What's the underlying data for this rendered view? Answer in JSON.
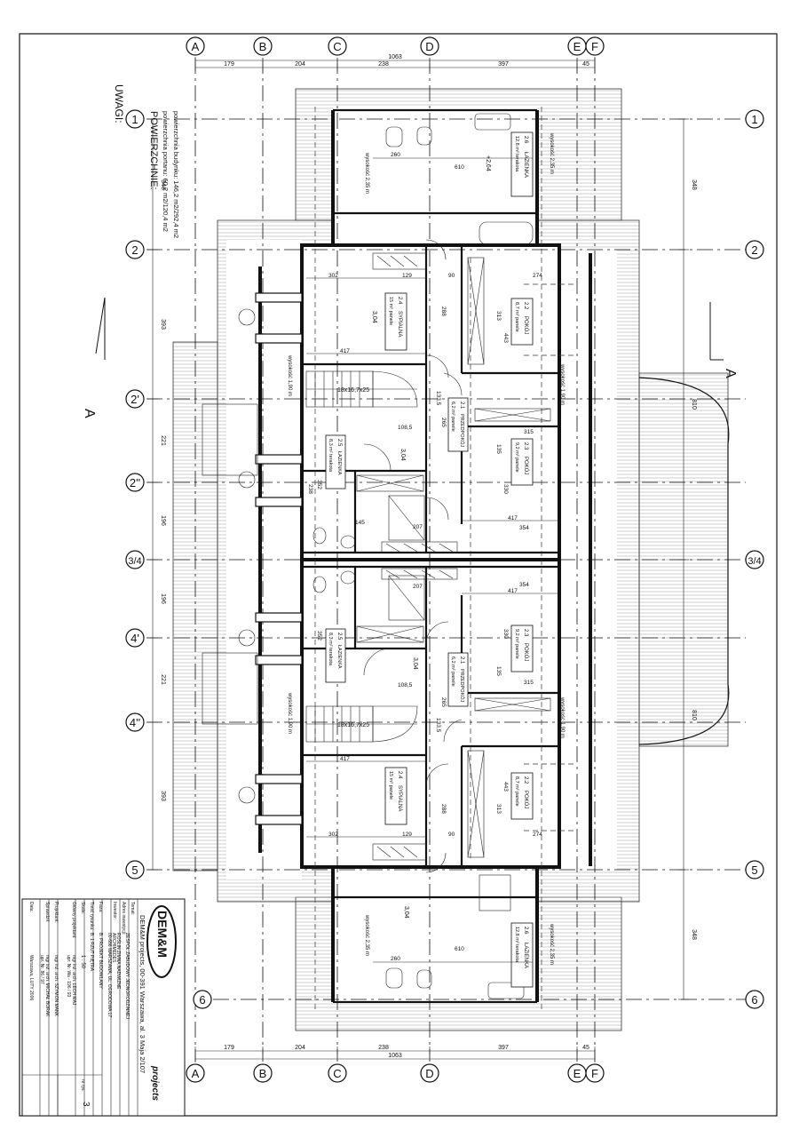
{
  "notes": {
    "title": "UWAGI:",
    "areas_heading": "POWIERZCHNIE:",
    "usable_area": "powierzchnia portanu: 60,2 m2/120,4 m2",
    "building_area": "powierzchnia budynku: 146,2 m2/292,4 m2"
  },
  "axes": {
    "columns": [
      "A",
      "B",
      "C",
      "D",
      "E",
      "F"
    ],
    "rows": [
      "1",
      "2",
      "2'",
      "2''",
      "3/4",
      "4'",
      "4''",
      "5",
      "6"
    ],
    "top_dims": [
      "179",
      "204",
      "238",
      "397",
      "45"
    ],
    "top_total": "1063",
    "bottom_dims": [
      "179",
      "204",
      "238",
      "397",
      "45"
    ],
    "bottom_total": "1063",
    "left_dims": [
      "348",
      "393",
      "221",
      "196",
      "196",
      "221",
      "393"
    ],
    "right_dims": [
      "348",
      "810",
      "810",
      "348"
    ]
  },
  "section": {
    "label": "A"
  },
  "rooms_upper": [
    {
      "id": "2.6",
      "name": "ŁAZIENKA",
      "area": "12,8 m² terakota"
    },
    {
      "id": "2.4",
      "name": "SYPIALNA",
      "area": "15 m² panele"
    },
    {
      "id": "2.2",
      "name": "POKÓJ",
      "area": "8,7 m² panele"
    },
    {
      "id": "2.1",
      "name": "PRZEDPOKÓJ",
      "area": "6,2 m² panele"
    },
    {
      "id": "2.3",
      "name": "POKÓJ",
      "area": "9,2 m² panele"
    },
    {
      "id": "2.5",
      "name": "ŁAZIENKA",
      "area": "8,3 m² terakota"
    }
  ],
  "rooms_lower": [
    {
      "id": "2.6",
      "name": "ŁAZIENKA",
      "area": "12,8 m² terakota"
    },
    {
      "id": "2.4",
      "name": "SYPIALNA",
      "area": "15 m² panele"
    },
    {
      "id": "2.2",
      "name": "POKÓJ",
      "area": "8,7 m² panele"
    },
    {
      "id": "2.1",
      "name": "PRZEDPOKÓJ",
      "area": "6,2 m² panele"
    },
    {
      "id": "2.3",
      "name": "POKÓJ",
      "area": "9,2 m² panele"
    },
    {
      "id": "2.5",
      "name": "ŁAZIENKA",
      "area": "8,3 m² terakota"
    }
  ],
  "heights": {
    "h235": "wysokość 2,35 m",
    "h190": "wysokość 1,90 m"
  },
  "stairs": {
    "label": "18x16,7x25"
  },
  "levels": {
    "top": "+2,64",
    "mid": "3,04"
  },
  "inner_dims": {
    "d302": "302",
    "d129": "129",
    "d90": "90",
    "d274": "274",
    "d417": "417",
    "d108": "108,5",
    "d265": "265",
    "d315": "315",
    "d354": "354",
    "d207": "207",
    "d145": "145",
    "d260": "260",
    "d610": "610",
    "d313": "313",
    "d443": "443",
    "d288": "288",
    "d330": "330",
    "d135": "135",
    "d238": "238",
    "d352": "352",
    "d1335": "133,5"
  },
  "title_block": {
    "logo": "DEM&M",
    "brand": "projects",
    "company_line": "DEM&M projects, 00-391 Warszawa, al. 3 Maja 2/107",
    "theme_label": "Temat:",
    "theme": "ZESPÓŁ ZABUDOWY JEDNORODZINNEJ",
    "address_label": "Adres inwestycji:",
    "address": "ROŚLIN ZIMNA NADWIZNE",
    "investor_label": "Inwestor:",
    "investor": "00-686 WARSZAWA, UL. OGRODOWA 17",
    "investor2": "ARCHIMEDES",
    "phase_label": "Faza:",
    "phase": "B. PROJEKT BUDOWLANY",
    "drawing_label": "Treść rysunku:",
    "drawing": "B. 1 RZUT PIĘTRA",
    "scale_label": "Skala:",
    "scale": "1 : 50",
    "sheet_label": "nr rys.",
    "sheet": "3",
    "chief_label": "Główny projektant:",
    "chief": "mgr inż. arch. LECH MAJ",
    "chief_lic": "upr. Nr. Wa - 196 / 93",
    "designer_label": "Projektant:",
    "designer": "mgr inż. arch. SZYMON MANK",
    "checker_label": "Sprawdził:",
    "checker": "mgr inż. arch. MICHAŁ BORAK",
    "checker_lic": "upr. Nr. 86 / 97",
    "date_label": "Data:",
    "date": "Warszawa, LUTY 2006"
  }
}
